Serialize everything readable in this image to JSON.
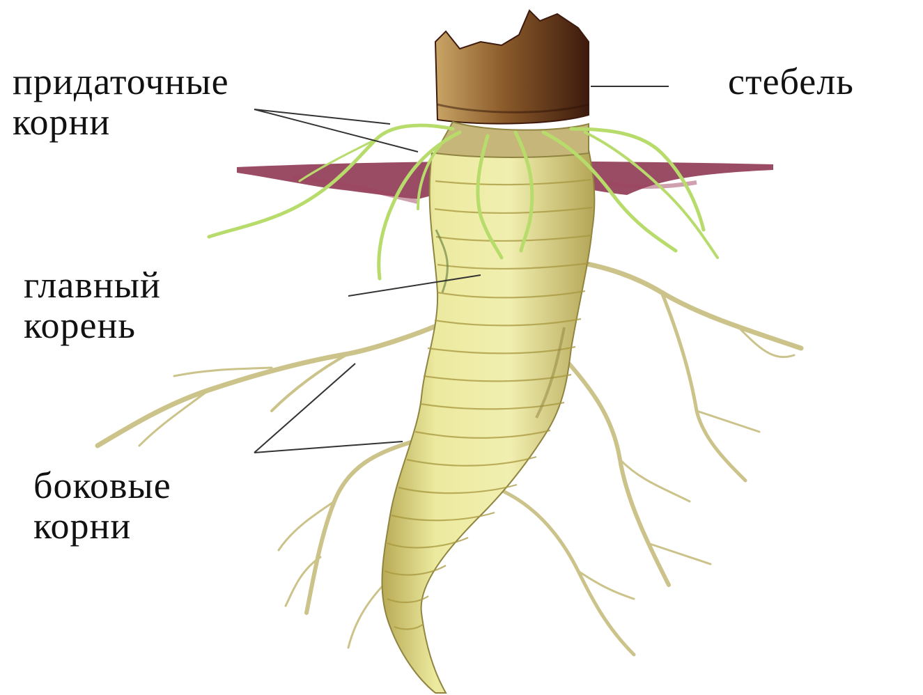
{
  "labels": {
    "adventitious": {
      "line1": "придаточные",
      "line2": "корни"
    },
    "stem": {
      "line1": "стебель"
    },
    "main_root": {
      "line1": "главный",
      "line2": "корень"
    },
    "lateral": {
      "line1": "боковые",
      "line2": "корни"
    }
  },
  "colors": {
    "root_fill": "#e7e39a",
    "root_stripe": "#b1a24c",
    "stem": "#5a2d14",
    "soil": "#8a2d4a",
    "adventitious_root": "#b7dc6b",
    "lateral_root": "#c9c48a",
    "pointer_line": "#333333"
  }
}
